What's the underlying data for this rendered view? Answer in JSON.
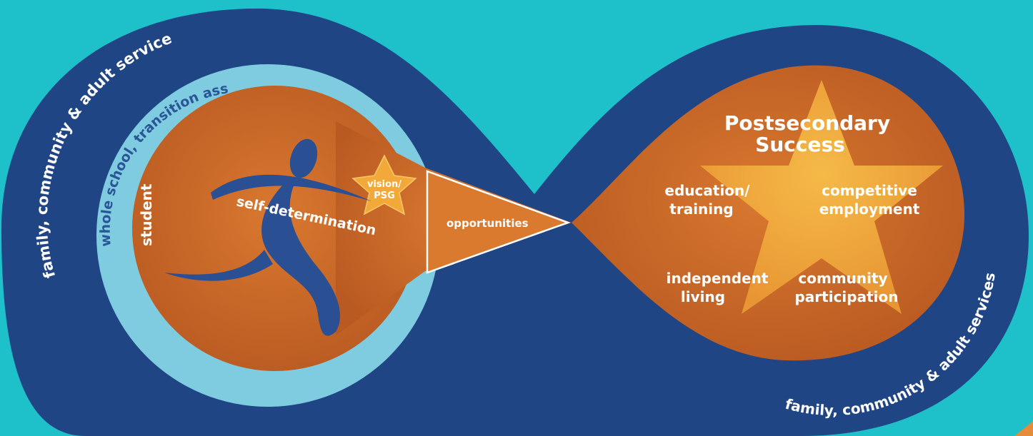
{
  "diagram": {
    "outer_ring_left": "family, community & adult services",
    "outer_ring_right": "family, community & adult services",
    "middle_ring": "whole school, transition assessment, TPF, IEP",
    "inner_label": "student",
    "figure_label": "self-determination",
    "small_star": {
      "line1": "vision/",
      "line2": "PSG"
    },
    "arrow_label": "opportunities",
    "goal_title": {
      "line1": "Postsecondary",
      "line2": "Success"
    },
    "goals": [
      {
        "line1": "education/",
        "line2": "training"
      },
      {
        "line1": "competitive",
        "line2": "employment"
      },
      {
        "line1": "independent",
        "line2": "living"
      },
      {
        "line1": "community",
        "line2": "participation"
      }
    ]
  },
  "colors": {
    "teal_background": "#1ec0c9",
    "navy": "#1f4585",
    "light_blue": "#7fcbe0",
    "orange": "#c9692a",
    "star_yellow": "#f3a93a",
    "figure_blue": "#2a4f92",
    "white": "#ffffff"
  }
}
